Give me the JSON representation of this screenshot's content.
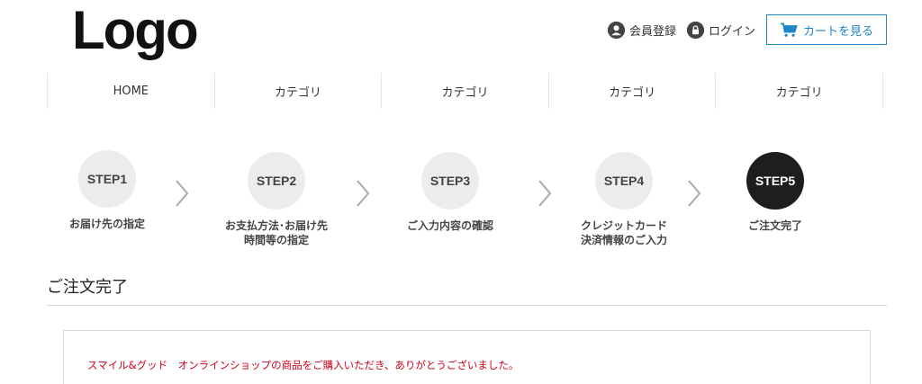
{
  "header": {
    "logo": "Logo",
    "register_label": "会員登録",
    "login_label": "ログイン",
    "cart_label": "カートを見る",
    "colors": {
      "accent": "#1d86c4"
    },
    "icons": {
      "register": "user-icon",
      "login": "lock-icon",
      "cart": "cart-icon"
    }
  },
  "nav": {
    "items": [
      {
        "label": "HOME"
      },
      {
        "label": "カテゴリ"
      },
      {
        "label": "カテゴリ"
      },
      {
        "label": "カテゴリ"
      },
      {
        "label": "カテゴリ"
      }
    ]
  },
  "steps": [
    {
      "badge": "STEP1",
      "label_line1": "お届け先の指定",
      "label_line2": "",
      "active": false
    },
    {
      "badge": "STEP2",
      "label_line1": "お支払方法･お届け先",
      "label_line2": "時間等の指定",
      "active": false
    },
    {
      "badge": "STEP3",
      "label_line1": "ご入力内容の確認",
      "label_line2": "",
      "active": false
    },
    {
      "badge": "STEP4",
      "label_line1": "クレジットカード",
      "label_line2": "決済情報のご入力",
      "active": false
    },
    {
      "badge": "STEP5",
      "label_line1": "ご注文完了",
      "label_line2": "",
      "active": true
    }
  ],
  "main": {
    "title": "ご注文完了",
    "message": "スマイル&グッド　オンラインショップの商品をご購入いただき、ありがとうございました。",
    "message_color": "#d0021b"
  }
}
